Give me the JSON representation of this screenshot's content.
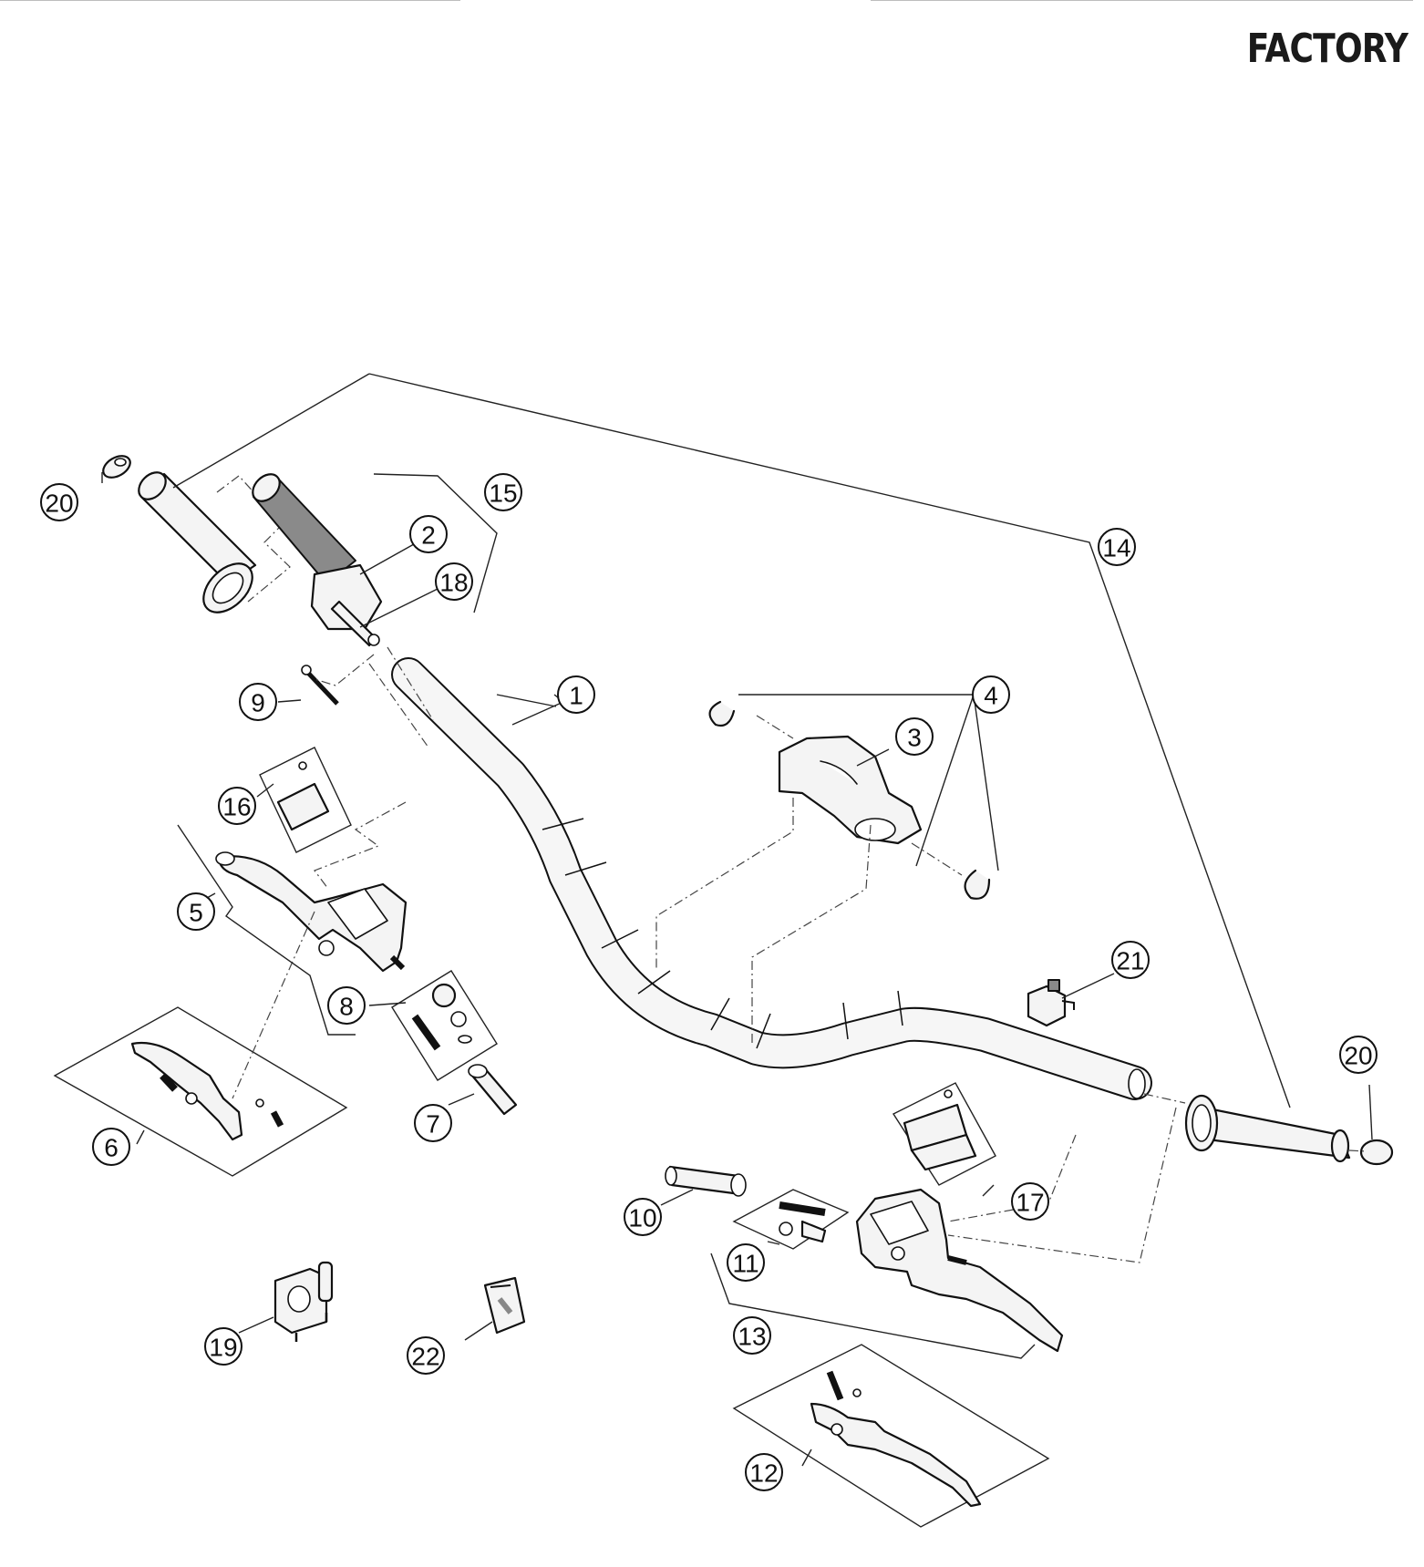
{
  "brand": {
    "label": "FACTORY"
  },
  "callouts": [
    {
      "id": "c1",
      "label": "1"
    },
    {
      "id": "c2",
      "label": "2"
    },
    {
      "id": "c3",
      "label": "3"
    },
    {
      "id": "c4",
      "label": "4"
    },
    {
      "id": "c5",
      "label": "5"
    },
    {
      "id": "c6",
      "label": "6"
    },
    {
      "id": "c7",
      "label": "7"
    },
    {
      "id": "c8",
      "label": "8"
    },
    {
      "id": "c9",
      "label": "9"
    },
    {
      "id": "c10",
      "label": "10"
    },
    {
      "id": "c11",
      "label": "11"
    },
    {
      "id": "c12",
      "label": "12"
    },
    {
      "id": "c13",
      "label": "13"
    },
    {
      "id": "c14",
      "label": "14"
    },
    {
      "id": "c15",
      "label": "15"
    },
    {
      "id": "c16",
      "label": "16"
    },
    {
      "id": "c17",
      "label": "17"
    },
    {
      "id": "c18",
      "label": "18"
    },
    {
      "id": "c19",
      "label": "19"
    },
    {
      "id": "c20a",
      "label": "20"
    },
    {
      "id": "c20b",
      "label": "20"
    },
    {
      "id": "c21",
      "label": "21"
    },
    {
      "id": "c22",
      "label": "22"
    }
  ]
}
